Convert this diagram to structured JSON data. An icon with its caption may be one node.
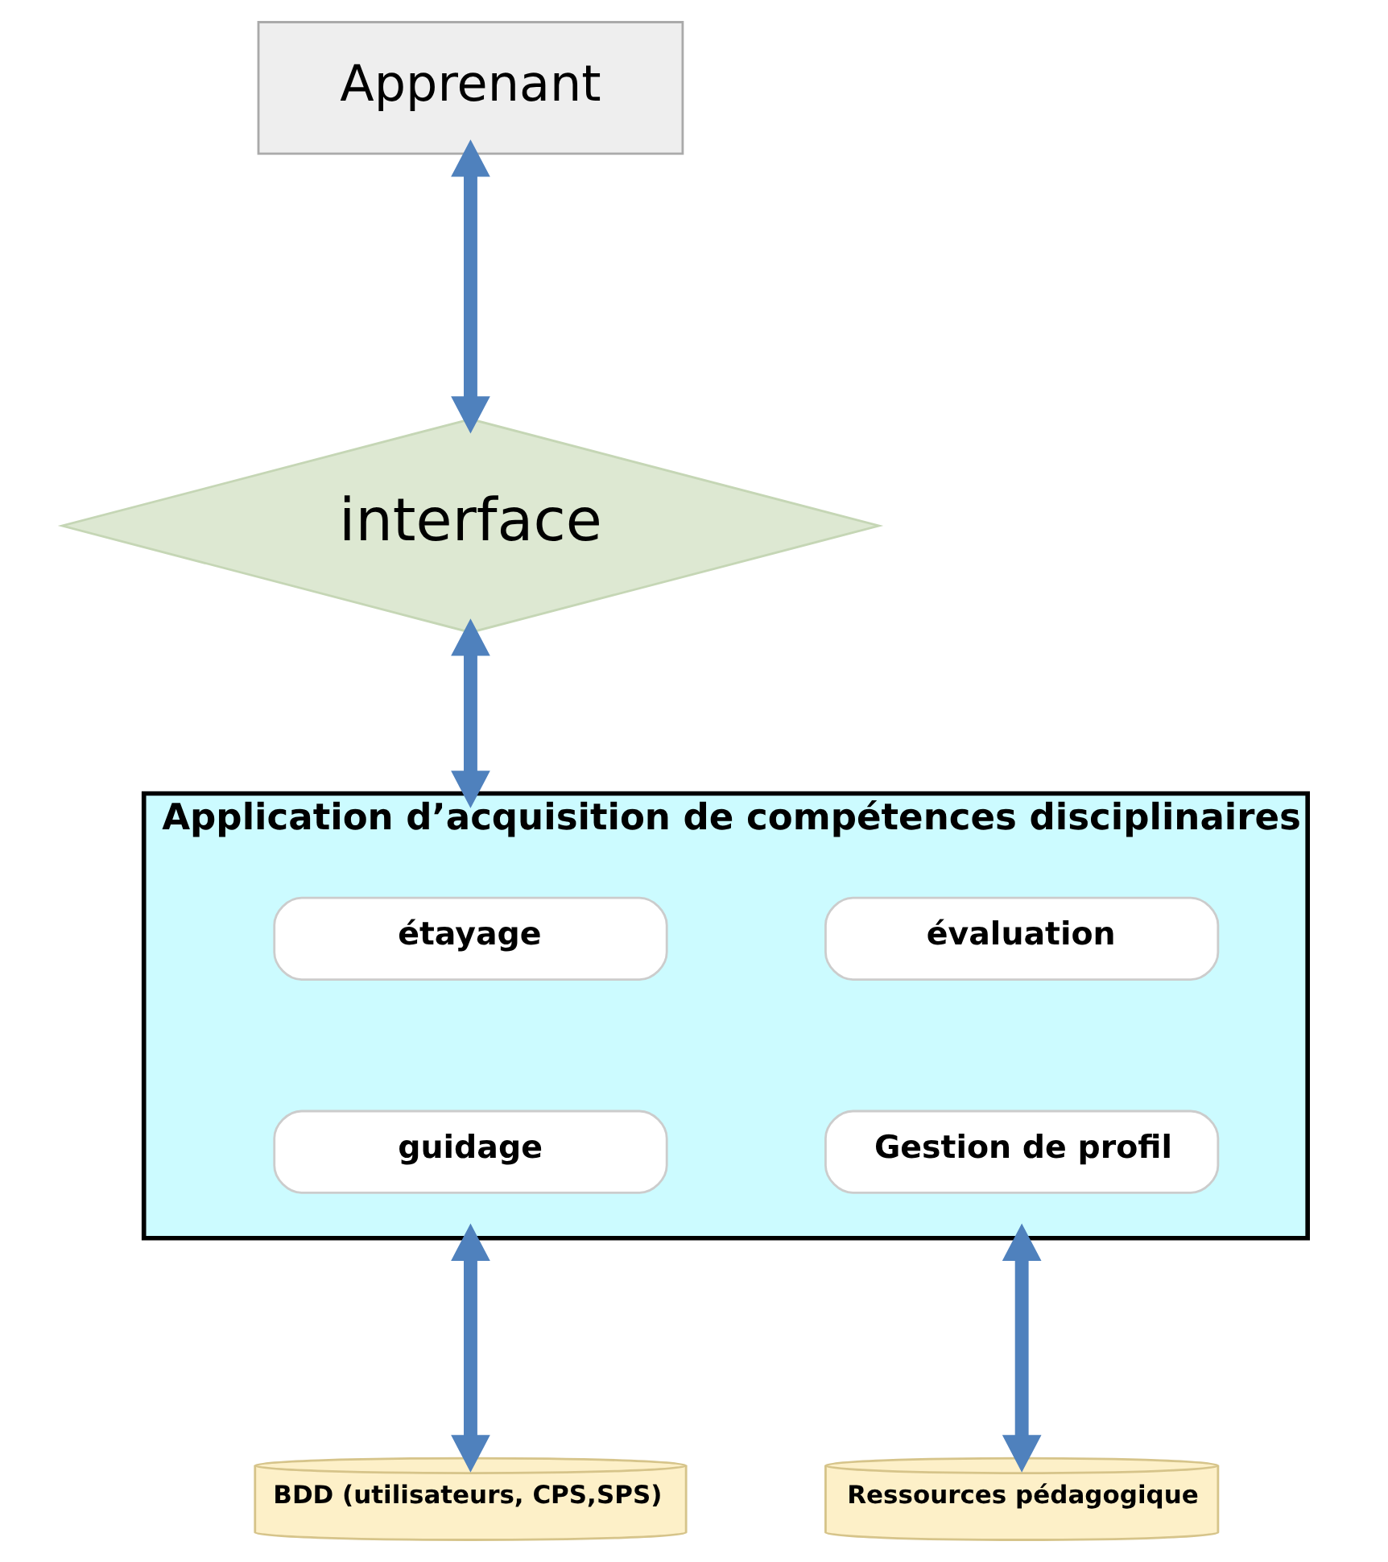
{
  "diagram": {
    "nodes": [
      {
        "text": [
          "Apprenant"
        ]
      },
      {
        "text": [
          "interface"
        ]
      },
      {
        "text": [
          "Application d’acquisition de compétences disciplinaires"
        ]
      },
      {
        "text": [
          "étayage"
        ],
        "in": 2
      },
      {
        "text": [
          "évaluation"
        ],
        "in": 2
      },
      {
        "text": [
          "guidage"
        ],
        "in": 2
      },
      {
        "text": [
          "Gestion de profil"
        ],
        "in": 2
      },
      {
        "text": [
          "BDD (utilisateurs, CPS,SPS)"
        ]
      },
      {
        "text": [
          "Ressources pédagogique"
        ]
      }
    ],
    "edges": [
      {
        "from": 0,
        "to": 1,
        "arrow": "both"
      },
      {
        "from": 1,
        "to": 2,
        "arrow": "both"
      },
      {
        "from": 2,
        "to": 7,
        "arrow": "both"
      },
      {
        "from": 2,
        "to": 8,
        "arrow": "both"
      }
    ]
  }
}
